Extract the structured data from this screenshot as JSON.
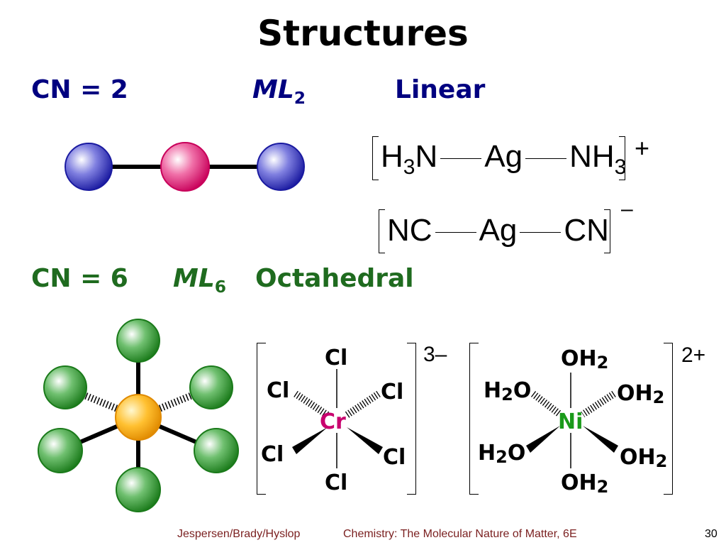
{
  "slide": {
    "title": "Structures",
    "page_number": "30"
  },
  "linear": {
    "cn": "CN = 2",
    "ml_prefix": "ML",
    "ml_sub": "2",
    "geometry": "Linear",
    "colors": {
      "ligand": "#2020c0",
      "metal": "#e8327a",
      "bond": "#000000",
      "heading": "#000080"
    },
    "complex1": {
      "left": "H",
      "left_sub": "3",
      "left_tail": "N",
      "metal": "Ag",
      "right": "NH",
      "right_sub": "3",
      "charge": "+"
    },
    "complex2": {
      "left": "NC",
      "metal": "Ag",
      "right": "CN",
      "charge": "–"
    }
  },
  "octahedral": {
    "cn": "CN = 6",
    "ml_prefix": "ML",
    "ml_sub": "6",
    "geometry": "Octahedral",
    "colors": {
      "ligand": "#2e9a2e",
      "metal": "#f5b000",
      "heading": "#1f6b1f",
      "cr": "#c8006e",
      "ni": "#1a9a1a"
    },
    "cr_complex": {
      "metal": "Cr",
      "ligand_top": "Cl",
      "ligand_bottom": "Cl",
      "ligand_upper_left": "Cl",
      "ligand_upper_right": "Cl",
      "ligand_lower_left": "Cl",
      "ligand_lower_right": "Cl",
      "charge": "3–"
    },
    "ni_complex": {
      "metal": "Ni",
      "ligand_top": "OH",
      "ligand_top_sub": "2",
      "ligand_bottom": "OH",
      "ligand_bottom_sub": "2",
      "ligand_upper_left": "H",
      "ligand_upper_left_sub": "2",
      "ligand_upper_left_tail": "O",
      "ligand_lower_left": "H",
      "ligand_lower_left_sub": "2",
      "ligand_lower_left_tail": "O",
      "ligand_upper_right": "OH",
      "ligand_upper_right_sub": "2",
      "ligand_lower_right": "OH",
      "ligand_lower_right_sub": "2",
      "charge": "2+"
    }
  },
  "footer": {
    "authors": "Jespersen/Brady/Hyslop",
    "book": "Chemistry: The Molecular Nature of Matter, 6E"
  }
}
